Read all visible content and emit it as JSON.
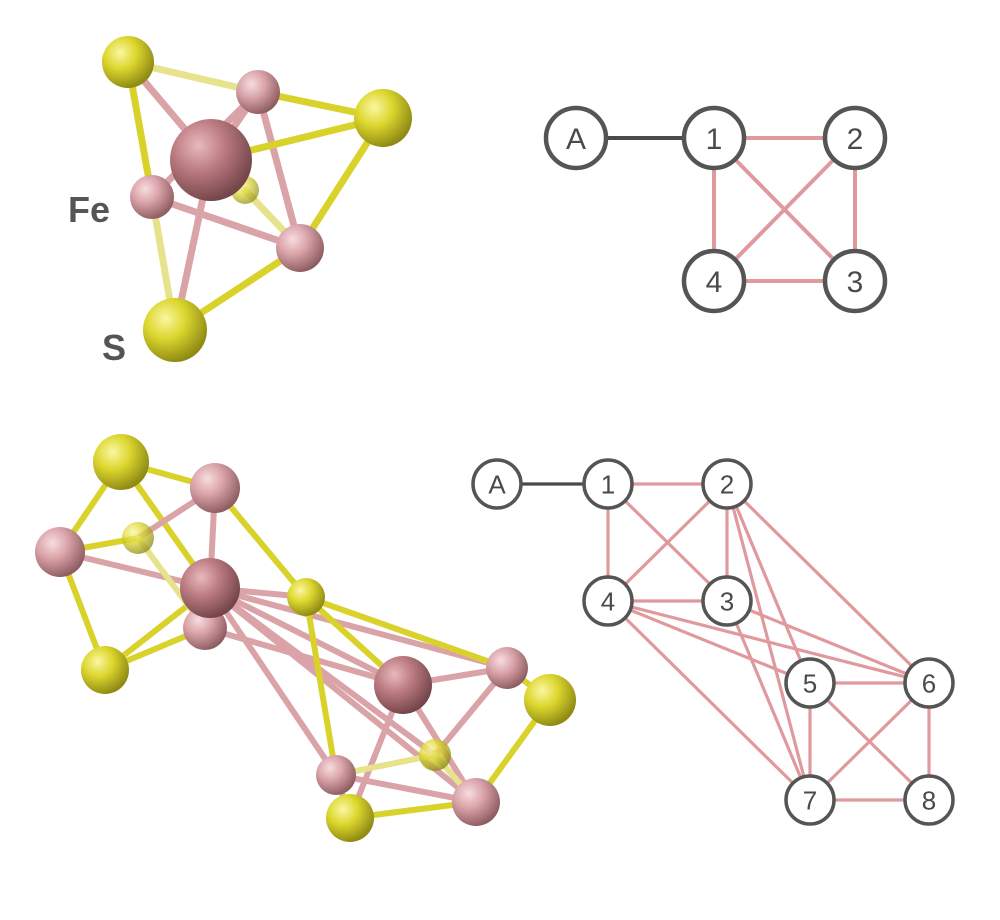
{
  "colors": {
    "iron": "#d9a3a8",
    "sulfur": "#d9d22a",
    "graph_edge": "#e09a9e",
    "anchor_edge": "#4a4a4a",
    "node_stroke": "#555555",
    "label": "#555555"
  },
  "labels": {
    "iron": "Fe",
    "sulfur": "S"
  },
  "graphs": [
    {
      "nodes": [
        "A",
        "1",
        "2",
        "3",
        "4"
      ],
      "anchor_edges": [
        [
          "A",
          "1"
        ]
      ],
      "edges": [
        [
          "1",
          "2"
        ],
        [
          "1",
          "4"
        ],
        [
          "1",
          "3"
        ],
        [
          "2",
          "3"
        ],
        [
          "2",
          "4"
        ],
        [
          "3",
          "4"
        ]
      ]
    },
    {
      "nodes": [
        "A",
        "1",
        "2",
        "3",
        "4",
        "5",
        "6",
        "7",
        "8"
      ],
      "anchor_edges": [
        [
          "A",
          "1"
        ]
      ],
      "edges": [
        [
          "1",
          "2"
        ],
        [
          "1",
          "4"
        ],
        [
          "1",
          "3"
        ],
        [
          "2",
          "3"
        ],
        [
          "2",
          "4"
        ],
        [
          "3",
          "4"
        ],
        [
          "2",
          "5"
        ],
        [
          "2",
          "6"
        ],
        [
          "2",
          "7"
        ],
        [
          "3",
          "7"
        ],
        [
          "3",
          "6"
        ],
        [
          "4",
          "5"
        ],
        [
          "4",
          "6"
        ],
        [
          "4",
          "7"
        ],
        [
          "5",
          "6"
        ],
        [
          "5",
          "7"
        ],
        [
          "5",
          "8"
        ],
        [
          "6",
          "7"
        ],
        [
          "6",
          "8"
        ],
        [
          "7",
          "8"
        ]
      ]
    }
  ]
}
